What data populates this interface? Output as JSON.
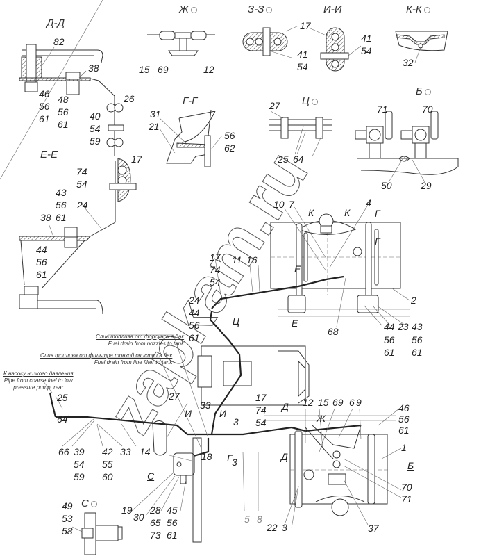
{
  "drawing": {
    "title": "Fuel system pipes and tanks installation",
    "watermark": "zapkam.ru",
    "sections": {
      "dd": "Д-Д",
      "zh": "Ж",
      "zz": "З-З",
      "ii": "И-И",
      "kk": "К-К",
      "gg": "Г-Г",
      "ts": "Ц",
      "b": "Б",
      "ee": "Е-Е",
      "c": "С"
    },
    "notes": {
      "nozzles_ru": "Слив топлива от форсунок в бак",
      "nozzles_en": "Fuel drain from nozzles to tank",
      "filter_ru": "Слив топлива от фильтра тонкой очистки в бак",
      "filter_en": "Fuel drain from fine filter to tank",
      "pump_ru": "К насосу низкого давления",
      "pump_en1": "Pipe from coarse fuel to low",
      "pump_en2": "pressure pump, rear"
    },
    "labels": {
      "dd_82": "82",
      "dd_38": "38",
      "dd_46": "46",
      "dd_56a": "56",
      "dd_61a": "61",
      "dd_48": "48",
      "dd_56b": "56",
      "dd_61b": "61",
      "dd_26": "26",
      "dd_40": "40",
      "dd_54": "54",
      "dd_59": "59",
      "zh_15": "15",
      "zh_69": "69",
      "zh_12": "12",
      "zz_17": "17",
      "zz_41": "41",
      "zz_54": "54",
      "ii_41": "41",
      "ii_54": "54",
      "kk_32": "32",
      "gg_31": "31",
      "gg_21": "21",
      "gg_56": "56",
      "gg_62": "62",
      "ts_27": "27",
      "ts_25": "25",
      "ts_64": "64",
      "b_71": "71",
      "b_70": "70",
      "b_50": "50",
      "b_29": "29",
      "ee_17": "17",
      "ee_74": "74",
      "ee_54": "54",
      "ee_43": "43",
      "ee_56a": "56",
      "ee_61a": "61",
      "ee_24": "24",
      "ee_38": "38",
      "ee_44": "44",
      "ee_56b": "56",
      "ee_61b": "61",
      "m_10": "10",
      "m_7": "7",
      "m_4": "4",
      "m_K1": "К",
      "m_K2": "К",
      "m_G1": "Г",
      "m_G2": "Г",
      "m_17": "17",
      "m_74": "74",
      "m_54": "54",
      "m_11": "11",
      "m_16": "16",
      "m_E1": "Е",
      "m_E2": "Е",
      "m_2": "2",
      "m_68": "68",
      "m_44": "44",
      "m_23": "23",
      "m_43": "43",
      "m_56a": "56",
      "m_61a": "61",
      "m_56b": "56",
      "m_61b": "61",
      "m_24": "24",
      "m_44b": "44",
      "m_56c": "56",
      "m_61c": "61",
      "m_Ts": "Ц",
      "m_27": "27",
      "m_33a": "33",
      "m_17b": "17",
      "m_74b": "74",
      "m_54b": "54",
      "m_I1": "И",
      "m_I2": "И",
      "m_3a": "3",
      "m_D1": "Д",
      "m_25": "25",
      "m_64": "64",
      "m_66": "66",
      "m_39": "39",
      "m_42": "42",
      "m_33b": "33",
      "m_14": "14",
      "m_54c": "54",
      "m_59": "59",
      "m_55": "55",
      "m_60": "60",
      "m_18": "18",
      "m_C": "С",
      "m_G3": "Г",
      "m_3b": "3",
      "m_19": "19",
      "m_30": "30",
      "m_28": "28",
      "m_45": "45",
      "m_65": "65",
      "m_56d": "56",
      "m_73": "73",
      "m_61d": "61",
      "m_5": "5",
      "m_8": "8",
      "m_22": "22",
      "m_3c": "3",
      "m_37": "37",
      "m_12": "12",
      "m_15": "15",
      "m_69": "69",
      "m_6": "6",
      "m_9": "9",
      "m_Zh": "Ж",
      "m_D2": "Д",
      "m_46": "46",
      "m_56e": "56",
      "m_61e": "61",
      "m_1": "1",
      "m_B": "Б",
      "m_70": "70",
      "m_71": "71",
      "c_49": "49",
      "c_53": "53",
      "c_58": "58"
    }
  }
}
